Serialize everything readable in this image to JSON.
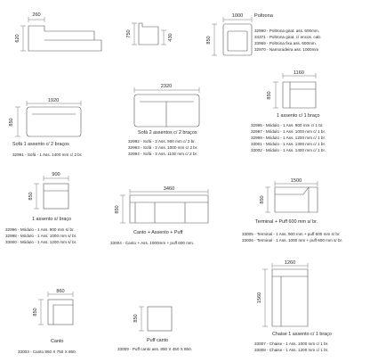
{
  "dims": {
    "d260": "260",
    "d620": "620",
    "d750": "750",
    "d430": "430",
    "d1000": "1000",
    "d850a": "850",
    "d1920": "1920",
    "d850b": "850",
    "d2320": "2320",
    "d1160": "1160",
    "d850c": "850",
    "d900": "900",
    "d850d": "850",
    "d3460": "3460",
    "d850e": "850",
    "d1500": "1500",
    "d850f": "850",
    "d860": "860",
    "d850g": "850",
    "d850h": "850",
    "d1260": "1260",
    "d1560": "1560"
  },
  "poltrona": {
    "title": "Poltrona",
    "items": [
      "32990 - Poltrona girat. ass. 600mm.",
      "34371 - Poltrona girat. c/ encos. cab.",
      "33969 - Poltrona fixa ass. 600mm.",
      "32970 - Namoradeira ass. 1000mm"
    ]
  },
  "sofa1": {
    "caption": "Sofá 1 assento c/ 2 braços",
    "items": [
      "32991 - Sofá - 1 Ass. 1400 mm c/ 2 br."
    ]
  },
  "sofa2": {
    "caption": "Sofá 2 assentos c/ 2 braços",
    "items": [
      "32992 - Sofá - 2 Ass. 900 mm c/ 2 br.",
      "32993 - Sofá - 2 Ass. 1000 mm c/ 2 br.",
      "32994 - Sofá - 2 Ass. 1100 mm c/ 2 br."
    ]
  },
  "umbraco": {
    "caption": "1 assento c/ 1 braço",
    "items": [
      "32995 - Módulo - 1 Ass. 900 mm c/ 1 br.",
      "32997 - Módulo - 1 Ass. 1000 mm c/ 1 br.",
      "32999 - Módulo - 1 Ass. 1200 mm c/ 1 br.",
      "33001 - Módulo - 1 Ass. 1300 mm c/ 1 br.",
      "33002 - Módulo - 1 Ass. 1400 mm c/ 1 br."
    ]
  },
  "sembraco": {
    "caption": "1 assento s/ braço",
    "items": [
      "32996 - Módulo - 1 Ass. 900 mm s/ br.",
      "32998 - Módulo - 1 Ass. 1000 mm s/ br.",
      "33000 - Módulo - 1 Ass. 1200 mm s/ br."
    ]
  },
  "canto_puff": {
    "caption": "Canto  +  Assento  +  Puff",
    "items": [
      "33004 - Canto + Ass. 1000mm + puff 600 mm."
    ]
  },
  "terminal": {
    "caption": "Terminal + Puff 600 mm s/ br.",
    "items": [
      "33005 - Terminal - 1 Ass. 900 mm + puff 600 mm s/ br.",
      "33006 - Terminal - 1 Ass. 1000 mm + puff 600 mm s/ br."
    ]
  },
  "canto": {
    "caption": "Canto",
    "items": [
      "33003 - Canto 860 X 750 X 860."
    ]
  },
  "puff_canto": {
    "caption": "Puff canto",
    "items": [
      "33009 - Puff canto ass. 850 X 450 X 850."
    ]
  },
  "chaise": {
    "caption": "Chaise 1 assento c/ 1 braço",
    "items": [
      "33007 - Chaise - 1 Ass. 1000 mm c/ 1 br.",
      "33008 - Chaise - 1 Ass. 1200 mm c/ 1 br."
    ]
  }
}
